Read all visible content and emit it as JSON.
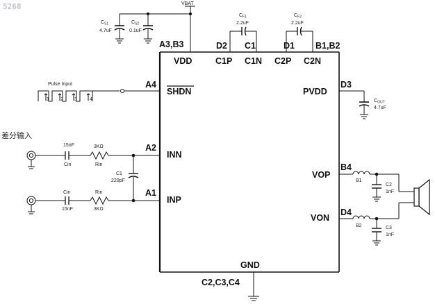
{
  "watermark": "5268",
  "chip": {
    "top_pins": {
      "vdd": {
        "ball": "A3,B3",
        "name": "VDD"
      },
      "c1p": {
        "ball": "D2",
        "name": "C1P"
      },
      "c1n": {
        "ball": "C1",
        "name": "C1N"
      },
      "c2p": {
        "ball": "D1",
        "name": "C2P"
      },
      "c2n": {
        "ball": "B1,B2",
        "name": "C2N"
      }
    },
    "left_pins": {
      "shdn": {
        "ball": "A4",
        "name": "SHDN"
      },
      "inn": {
        "ball": "A2",
        "name": "INN"
      },
      "inp": {
        "ball": "A1",
        "name": "INP"
      }
    },
    "right_pins": {
      "pvdd": {
        "ball": "D3",
        "name": "PVDD"
      },
      "vop": {
        "ball": "B4",
        "name": "VOP"
      },
      "von": {
        "ball": "D4",
        "name": "VON"
      }
    },
    "bottom_pins": {
      "gnd": {
        "ball": "C2,C3,C4",
        "name": "GND"
      }
    }
  },
  "supply": {
    "name": "VBAT"
  },
  "components": {
    "cs1": {
      "ref": "C",
      "sub": "S1",
      "value": "4.7uF"
    },
    "cs2": {
      "ref": "C",
      "sub": "S2",
      "value": "0.1uF"
    },
    "cf1": {
      "ref": "C",
      "sub": "F1",
      "value": "2.2uF"
    },
    "cf2": {
      "ref": "C",
      "sub": "F2",
      "value": "2.2uF"
    },
    "cout": {
      "ref": "C",
      "sub": "OUT",
      "value": "4.7uF"
    },
    "c1": {
      "ref": "C1",
      "value": "220pF"
    },
    "c2": {
      "ref": "C2",
      "value": "1nF"
    },
    "c3": {
      "ref": "C3",
      "value": "1nF"
    },
    "b1": {
      "ref": "B1"
    },
    "b2": {
      "ref": "B2"
    },
    "cin_top": {
      "ref": "Cin",
      "value": "15nF"
    },
    "rin_top": {
      "ref": "Rin",
      "value": "3KΩ"
    },
    "cin_bot": {
      "ref": "Cin",
      "value": "15nF"
    },
    "rin_bot": {
      "ref": "Rin",
      "value": "3KΩ"
    }
  },
  "pulse_input": {
    "label": "Pulse Input",
    "steps": [
      "1",
      "2",
      "3",
      "4"
    ]
  },
  "diff_input_label": "差分输入"
}
